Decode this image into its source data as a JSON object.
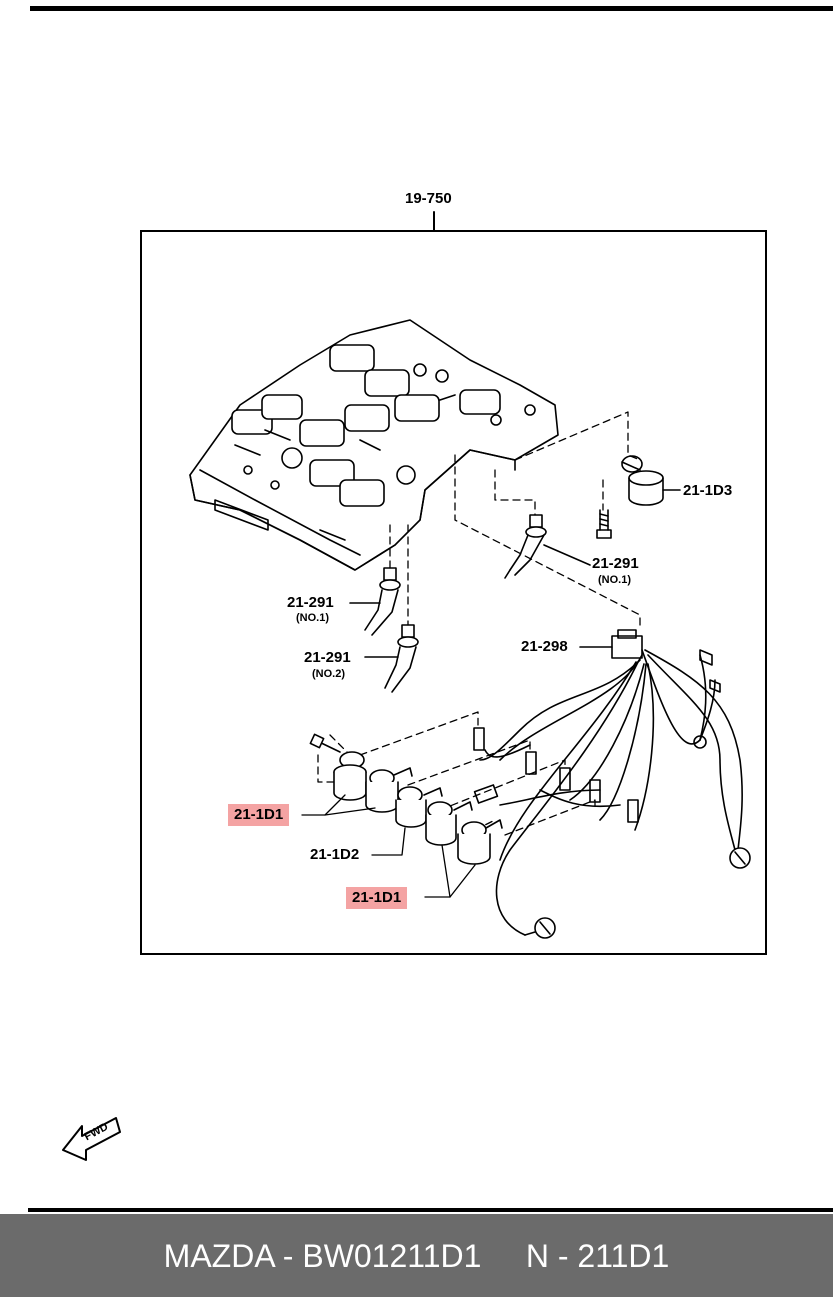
{
  "diagram": {
    "top_label": "19-750",
    "labels": {
      "d3": "21-1D3",
      "p291_right": "21-291",
      "p291_right_sub": "(NO.1)",
      "p291_left1": "21-291",
      "p291_left1_sub": "(NO.1)",
      "p291_left2": "21-291",
      "p291_left2_sub": "(NO.2)",
      "p298": "21-298",
      "d1_upper": "21-1D1",
      "d2": "21-1D2",
      "d1_lower": "21-1D1"
    },
    "highlight_color": "#f4a3a3",
    "fwd_arrow_text": "FWD"
  },
  "footer": {
    "text": "MAZDA - BW01211D1     N - 211D1",
    "background": "#6b6b6b"
  }
}
